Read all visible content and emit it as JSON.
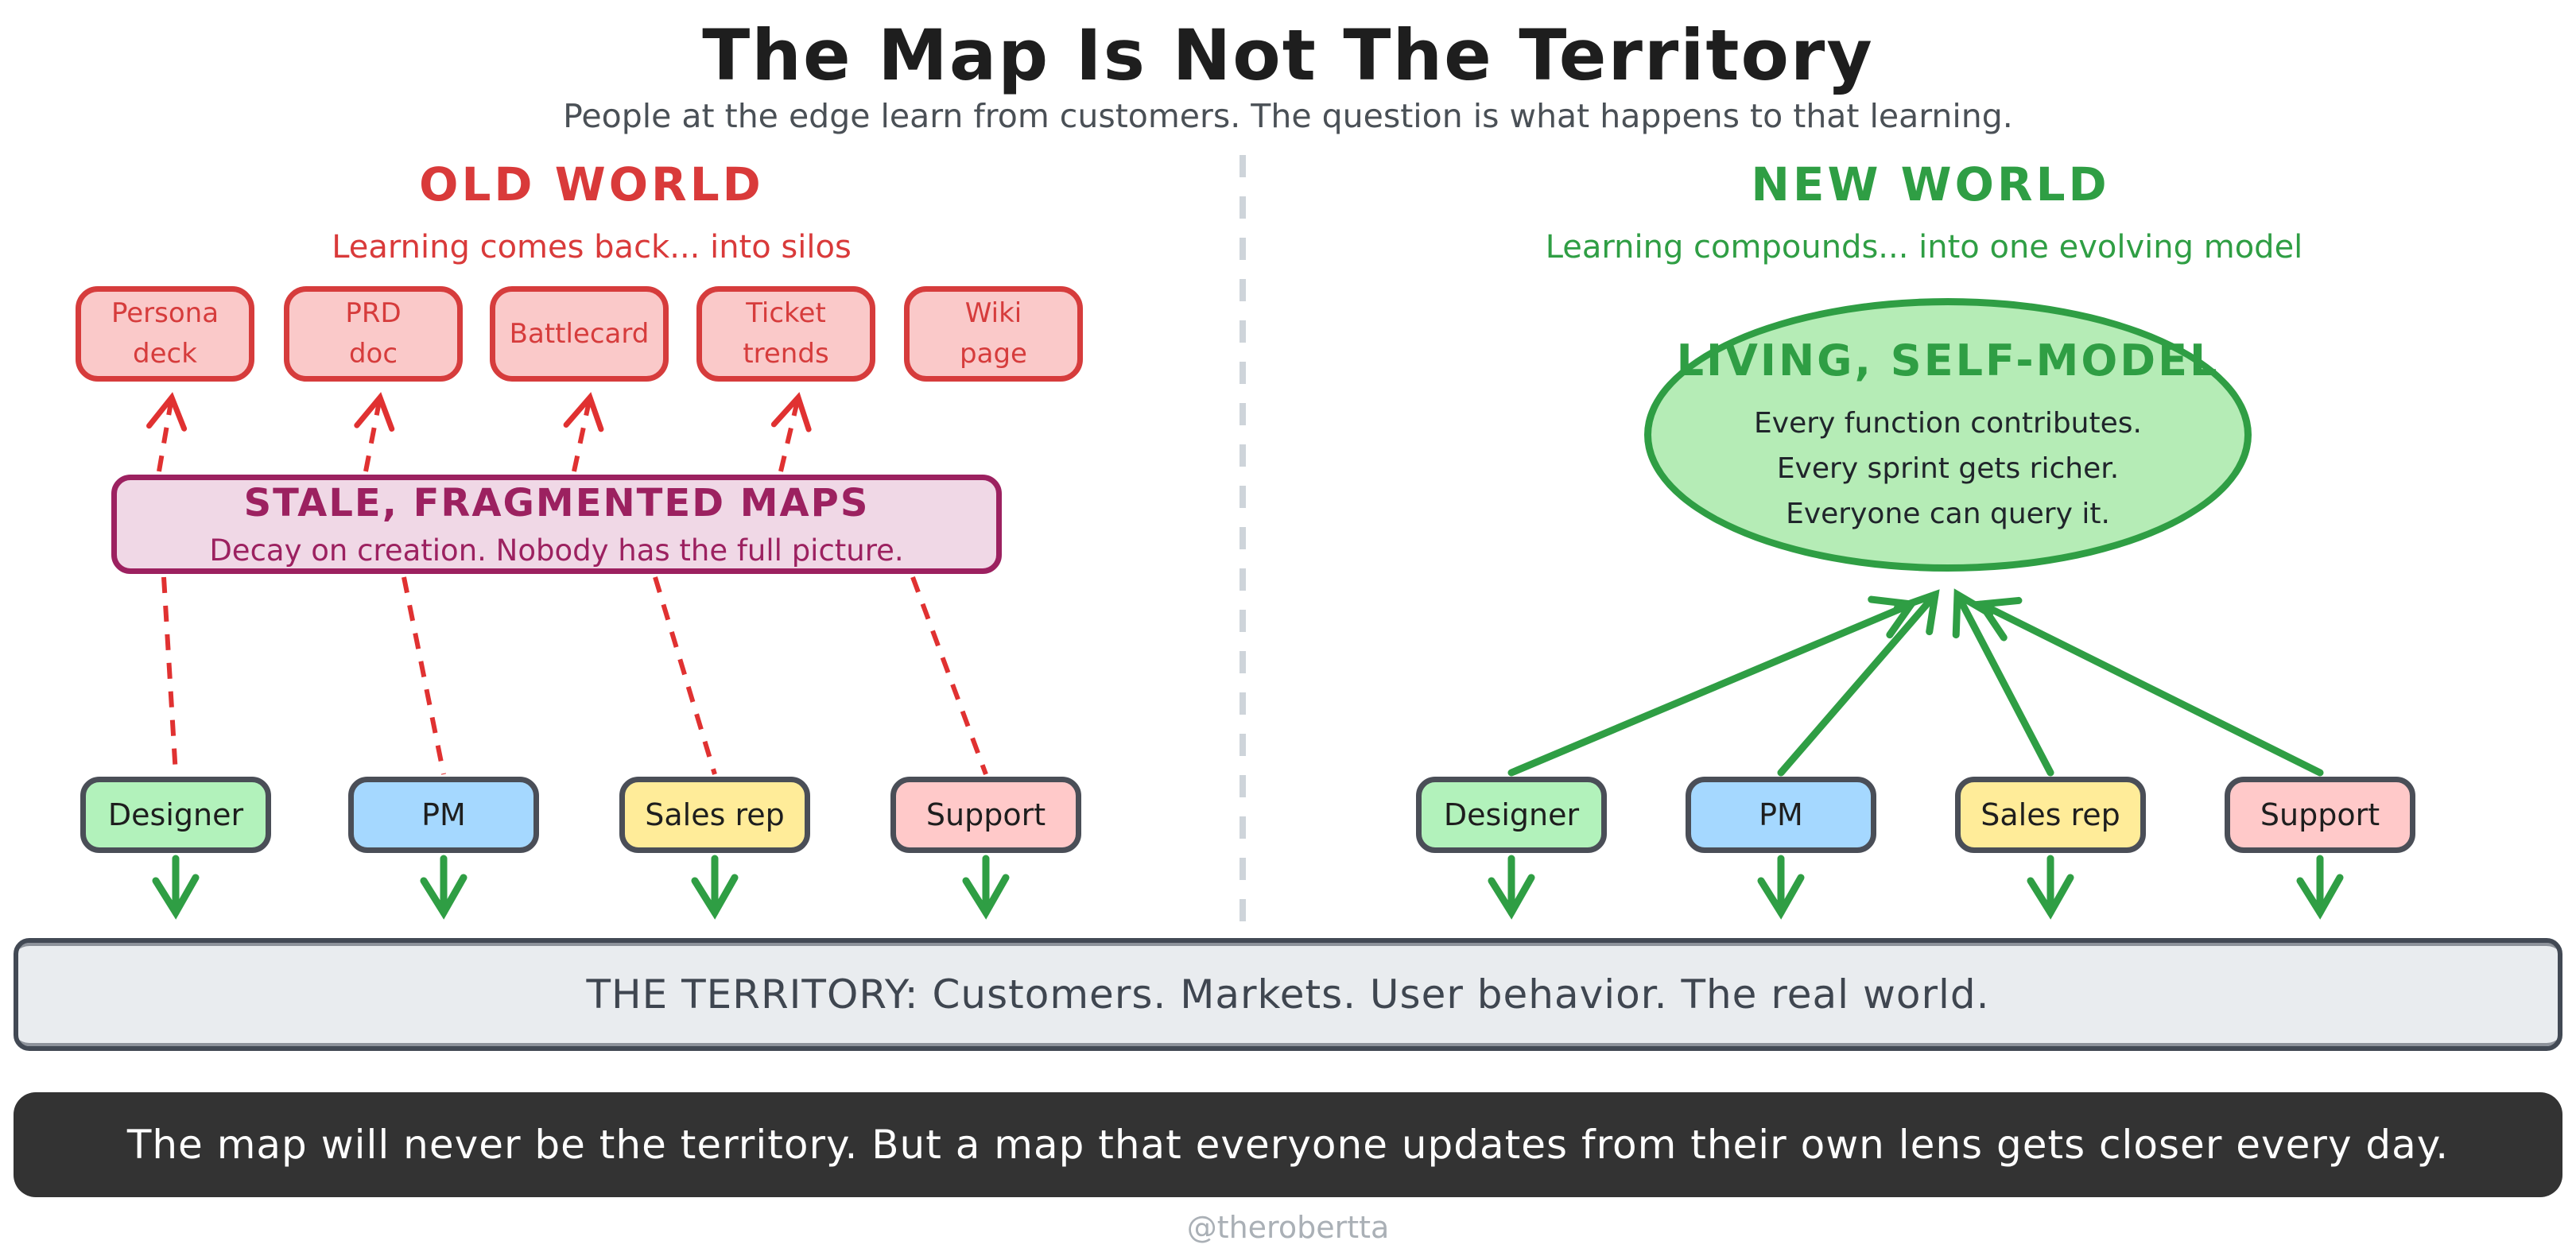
{
  "title": "The Map Is Not The Territory",
  "subtitle": "People at the edge learn from customers. The question is what happens to that learning.",
  "old_world": {
    "heading": "OLD WORLD",
    "tagline": "Learning comes back... into silos",
    "silos": [
      {
        "label": "Persona\ndeck"
      },
      {
        "label": "PRD\ndoc"
      },
      {
        "label": "Battlecard"
      },
      {
        "label": "Ticket\ntrends"
      },
      {
        "label": "Wiki\npage"
      }
    ],
    "maps_box": {
      "title": "STALE, FRAGMENTED MAPS",
      "subtitle": "Decay on creation. Nobody has the full picture."
    },
    "roles": [
      {
        "label": "Designer",
        "color": "#b2f2bb"
      },
      {
        "label": "PM",
        "color": "#a5d8ff"
      },
      {
        "label": "Sales rep",
        "color": "#ffec99"
      },
      {
        "label": "Support",
        "color": "#ffc9c9"
      }
    ]
  },
  "new_world": {
    "heading": "NEW WORLD",
    "tagline": "Learning compounds... into one evolving model",
    "model": {
      "title": "LIVING, SELF-MODEL",
      "lines": [
        "Every function contributes.",
        "Every sprint gets richer.",
        "Everyone can query it."
      ]
    },
    "roles": [
      {
        "label": "Designer",
        "color": "#b2f2bb"
      },
      {
        "label": "PM",
        "color": "#a5d8ff"
      },
      {
        "label": "Sales rep",
        "color": "#ffec99"
      },
      {
        "label": "Support",
        "color": "#ffc9c9"
      }
    ]
  },
  "territory": {
    "label": "THE TERRITORY: Customers. Markets. User behavior. The real world."
  },
  "footer": {
    "message": "The map will never be the territory. But a map that everyone updates from their own lens gets closer every day."
  },
  "credit": "@therobertta",
  "colors": {
    "old_accent": "#d93a3a",
    "silo_fill": "#fac9c9",
    "silo_border": "#d63c3c",
    "maps_fill": "#f0d8e6",
    "maps_border": "#9c2160",
    "new_accent": "#2f9e44",
    "model_fill": "#b5ecb6",
    "role_border": "#4a4e57",
    "territory_fill": "#e9ecef",
    "territory_border": "#424954",
    "footer_bg": "#333333",
    "divider": "#ced4da",
    "arrow_red": "#e03131",
    "arrow_green": "#2f9e44"
  }
}
